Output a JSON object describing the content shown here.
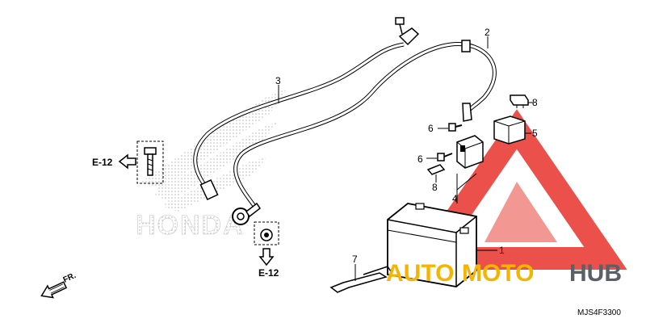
{
  "diagram": {
    "callouts": {
      "p1": "1",
      "p2": "2",
      "p3": "3",
      "p4": "4",
      "p5": "5",
      "p6a": "6",
      "p6b": "6",
      "p7": "7",
      "p8a": "8",
      "p8b": "8"
    },
    "refs": {
      "e12_left": "E-12",
      "e12_bottom": "E-12"
    },
    "front_arrow": "FR.",
    "drawing_code": "MJS4F3300"
  },
  "watermark": {
    "auto": "AUTO",
    "moto": "MOTO",
    "hub": "HUB",
    "colors": {
      "auto": "#f5b400",
      "moto": "#f5b400",
      "hub": "#5a6067",
      "triangle": "#e8322b"
    }
  },
  "background_logo": {
    "text": "HONDA"
  }
}
